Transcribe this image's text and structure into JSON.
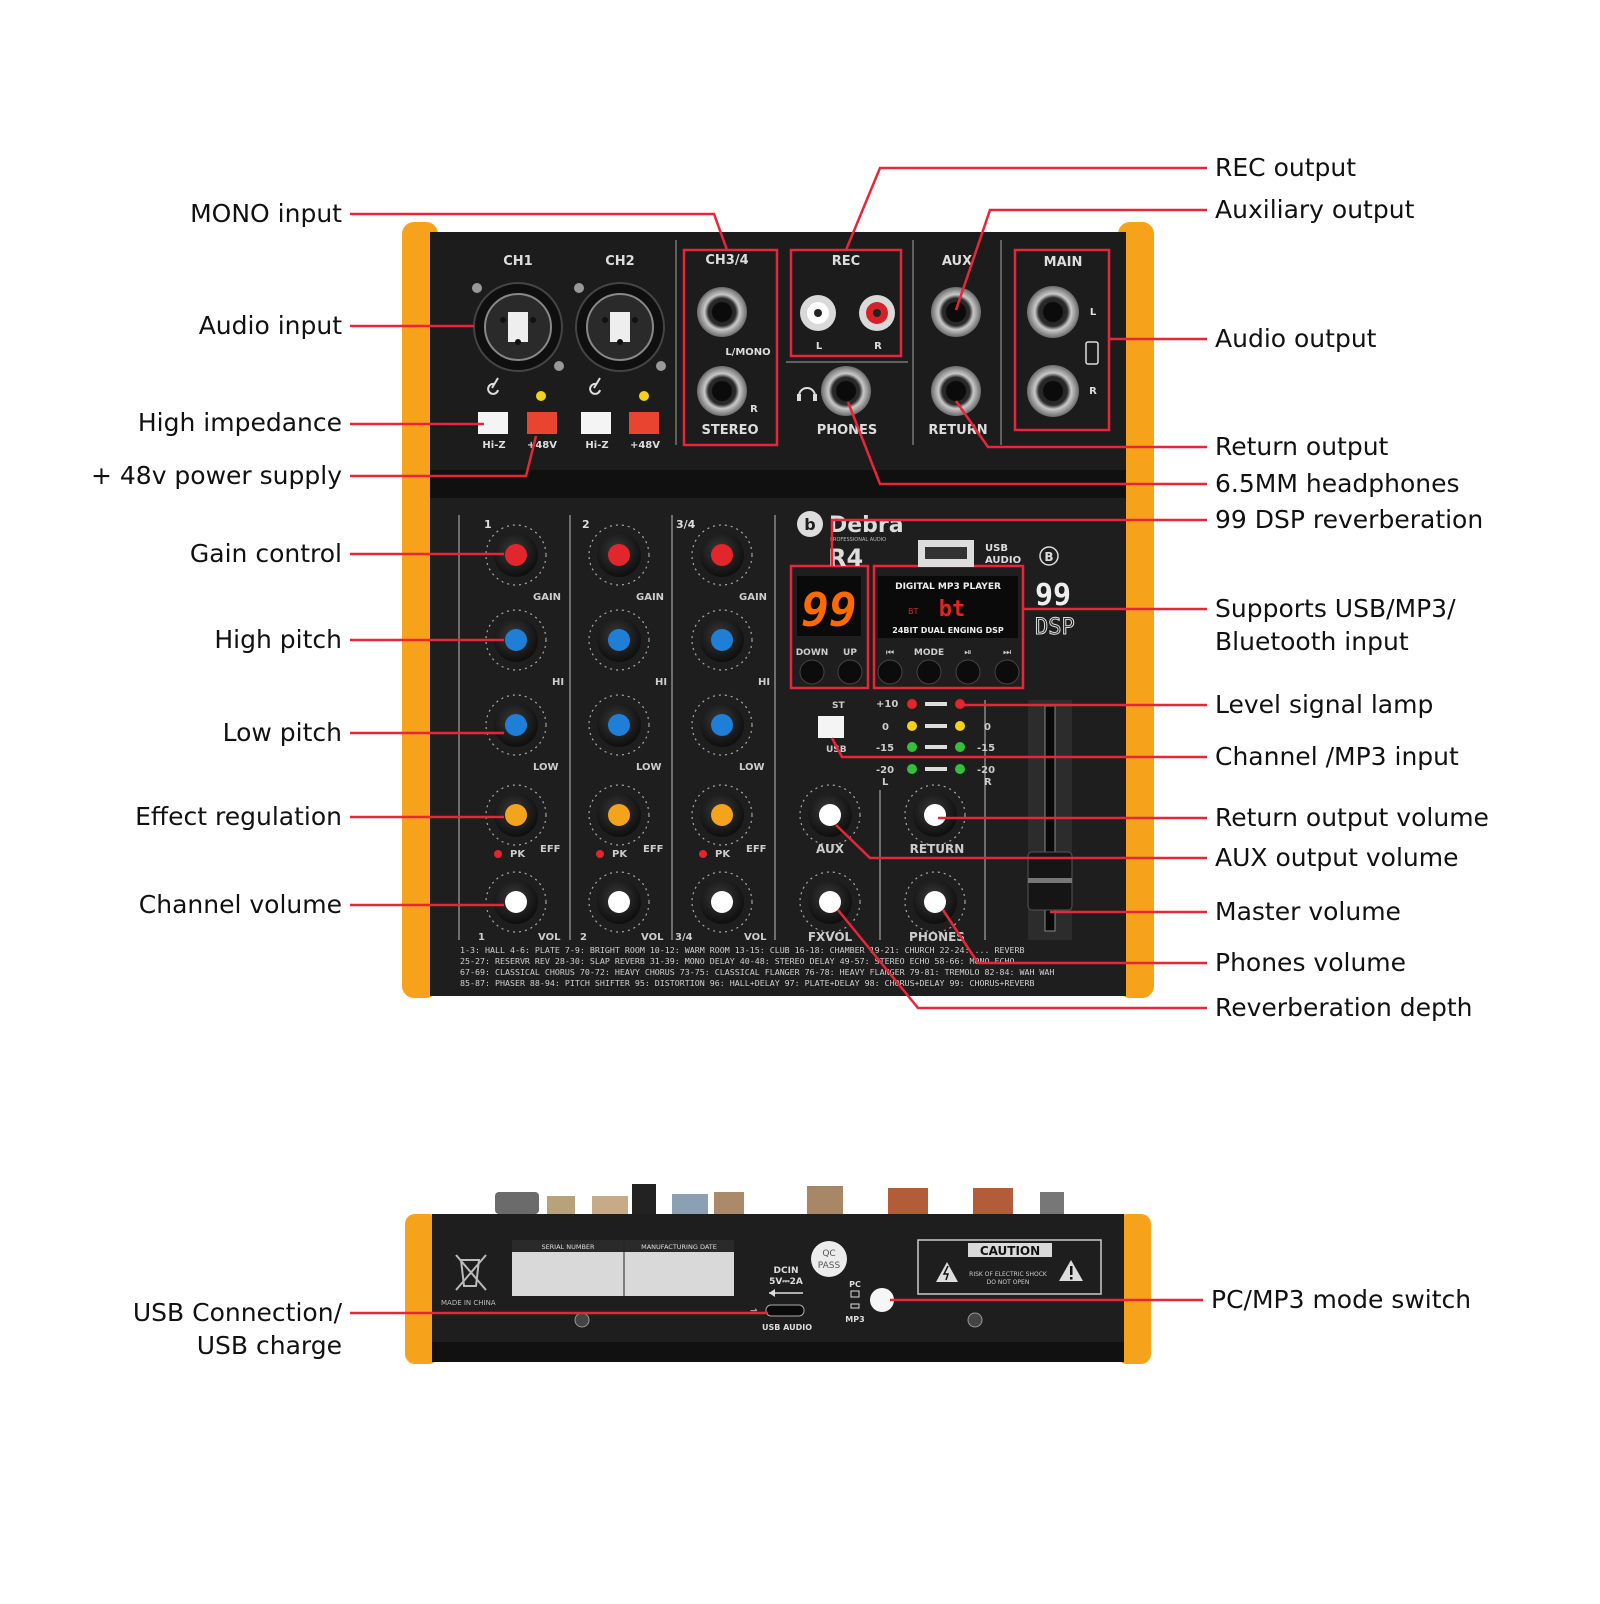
{
  "callouts_left": [
    {
      "id": "mono-input",
      "label": "MONO input"
    },
    {
      "id": "audio-input",
      "label": "Audio input"
    },
    {
      "id": "high-impedance",
      "label": "High impedance"
    },
    {
      "id": "power-48v",
      "label": "+ 48v power supply"
    },
    {
      "id": "gain-control",
      "label": "Gain control"
    },
    {
      "id": "high-pitch",
      "label": "High pitch"
    },
    {
      "id": "low-pitch",
      "label": "Low pitch"
    },
    {
      "id": "effect-regulation",
      "label": "Effect regulation"
    },
    {
      "id": "channel-volume",
      "label": "Channel volume"
    },
    {
      "id": "usb-connection",
      "label": "USB Connection/",
      "label2": "USB charge"
    }
  ],
  "callouts_right": [
    {
      "id": "rec-output",
      "label": "REC output"
    },
    {
      "id": "auxiliary-output",
      "label": "Auxiliary output"
    },
    {
      "id": "audio-output",
      "label": "Audio output"
    },
    {
      "id": "return-output",
      "label": "Return output"
    },
    {
      "id": "headphones-65",
      "label": "6.5MM headphones"
    },
    {
      "id": "dsp-reverb",
      "label": "99 DSP reverberation"
    },
    {
      "id": "usb-mp3-bt",
      "label": "Supports USB/MP3/",
      "label2": "Bluetooth input"
    },
    {
      "id": "level-lamp",
      "label": "Level signal lamp"
    },
    {
      "id": "channel-mp3-input",
      "label": "Channel /MP3 input"
    },
    {
      "id": "return-volume",
      "label": "Return output volume"
    },
    {
      "id": "aux-volume",
      "label": "AUX output volume"
    },
    {
      "id": "master-volume",
      "label": "Master volume"
    },
    {
      "id": "phones-volume",
      "label": "Phones volume"
    },
    {
      "id": "reverb-depth",
      "label": "Reverberation depth"
    },
    {
      "id": "pc-mp3-switch",
      "label": "PC/MP3 mode switch"
    }
  ],
  "mixer": {
    "brand": "Debra",
    "brand_sub": "PROFESSIONAL AUDIO",
    "model": "R4",
    "ch1": "CH1",
    "ch2": "CH2",
    "ch34": "CH3/4",
    "rec": "REC",
    "aux": "AUX",
    "main": "MAIN",
    "l": "L",
    "r": "R",
    "lmono": "L/MONO",
    "stereo": "STEREO",
    "phones": "PHONES",
    "return": "RETURN",
    "hiz": "Hi-Z",
    "p48": "+48V",
    "usb_audio_top": "USB",
    "usb_audio_bottom": "AUDIO",
    "dsp_num": "99",
    "dsp_label": "DSP",
    "seg_value": "99",
    "down": "DOWN",
    "up": "UP",
    "mp3_title": "DIGITAL MP3 PLAYER",
    "mp3_bt": "BT",
    "mp3_display": "bt",
    "mp3_dsp": "24BIT DUAL ENGING DSP",
    "mode": "MODE",
    "st": "ST",
    "usb": "USB",
    "meter_p10": "+10",
    "meter_0": "0",
    "meter_m15": "-15",
    "meter_m20": "-20",
    "strip_labels": [
      "1",
      "2",
      "3/4"
    ],
    "gain": "GAIN",
    "hi": "HI",
    "low": "LOW",
    "eff": "EFF",
    "pk": "PK",
    "vol": "VOL",
    "aux_knob": "AUX",
    "return_knob": "RETURN",
    "fxvol": "FXVOL",
    "phones_knob": "PHONES",
    "effects": [
      "1-3: HALL   4-6: PLATE   7-9: BRIGHT ROOM   10-12: WARM ROOM   13-15: CLUB   16-18: CHAMBER   19-21: CHURCH   22-24: ... REVERB",
      "25-27: RESERVR REV   28-30: SLAP REVERB   31-39: MONO DELAY   40-48: STEREO DELAY   49-57: STEREO ECHO   58-66: MONO ECHO",
      "67-69: CLASSICAL CHORUS   70-72: HEAVY CHORUS   73-75: CLASSICAL FLANGER   76-78: HEAVY FLANGER   79-81: TREMOLO   82-84: WAH WAH",
      "85-87: PHASER   88-94: PITCH SHIFTER   95: DISTORTION   96: HALL+DELAY   97: PLATE+DELAY   98: CHORUS+DELAY   99: CHORUS+REVERB"
    ]
  },
  "back": {
    "serial": "SERIAL NUMBER",
    "mfg_date": "MANUFACTURING DATE",
    "made_in": "MADE IN CHINA",
    "dcin": "DCIN",
    "dcin_spec": "5V⎓2A",
    "usb_audio": "USB AUDIO",
    "qc": "QC",
    "pass": "PASS",
    "pc": "PC",
    "mp3": "MP3",
    "caution": "CAUTION",
    "caution_sub1": "RISK OF ELECTRIC SHOCK",
    "caution_sub2": "DO NOT OPEN"
  },
  "colors": {
    "callout_line": "#e8263a",
    "body": "#222222",
    "panel": "#1b1b1b",
    "orange": "#f7a21b",
    "knob_red": "#e3262b",
    "knob_blue": "#1f7fd6",
    "knob_orange": "#f4a31d",
    "knob_white": "#ffffff",
    "seg": "#ff6a00"
  }
}
